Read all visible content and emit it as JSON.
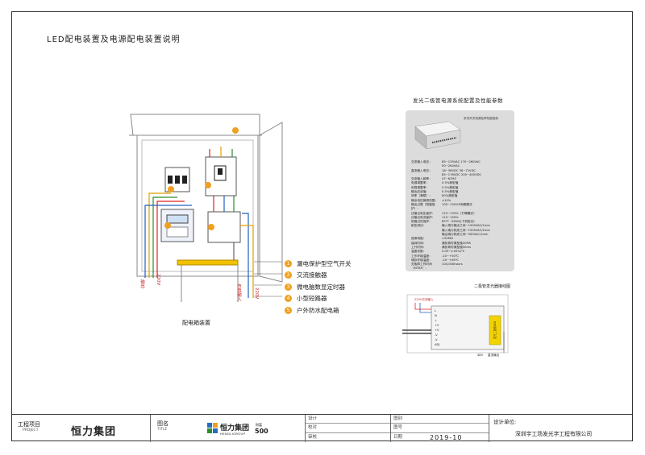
{
  "page": {
    "title": "LED配电装置及电源配电装置说明"
  },
  "legend": [
    {
      "num": "1",
      "text": "漏电保护型空气开关"
    },
    {
      "num": "2",
      "text": "交流接触器"
    },
    {
      "num": "3",
      "text": "微电脑数显定时器"
    },
    {
      "num": "4",
      "text": "小型短路器"
    },
    {
      "num": "5",
      "text": "户外防水配电箱"
    }
  ],
  "diagram": {
    "caption": "配电箱装置",
    "label_out": "输出",
    "label_220v_left": "220V",
    "label_in": "市电输入",
    "label_220v_right": "220V",
    "markers": [
      "1",
      "2",
      "3",
      "4",
      "5"
    ]
  },
  "spec": {
    "heading": "发光二极管电源系统配置及性能参数",
    "product_label": "系列开关电源及率性能指标",
    "rows": [
      {
        "k": "交流输入电压：",
        "v": "85~135VAC 170~260VAC"
      },
      {
        "k": "",
        "v": "90~264VAC"
      },
      {
        "k": "直流输入电压：",
        "v": "18~36VDC 36~72VDC"
      },
      {
        "k": "",
        "v": "85~176VDC 200~400VDC"
      },
      {
        "k": "交流输入频率：",
        "v": "47~63HZ"
      },
      {
        "k": "电源调整率：",
        "v": "0.5%典型值"
      },
      {
        "k": "负载调整率：",
        "v": "0.5%典型值"
      },
      {
        "k": "输出纹波值：",
        "v": "0.5%典型值"
      },
      {
        "k": "效率（满载）：",
        "v": "80%典型值"
      },
      {
        "k": "输出电压微调范围：",
        "v": "±10%"
      },
      {
        "k": "输出过载（短路保护）：",
        "v": "105~150%P间歇模式"
      },
      {
        "k": "过输出电压保护：",
        "v": "115~135%（打嗝模式）"
      },
      {
        "k": "过输出电流保护：",
        "v": "110~150%"
      },
      {
        "k": "机箱过热保护：",
        "v": "85℃（50W以下机型无）"
      },
      {
        "k": "耐压测试：",
        "v": "输入端与输出之间~1500VAC/1min"
      },
      {
        "k": "",
        "v": "输入端与机壳之间~1500VAC/1min"
      },
      {
        "k": "",
        "v": "输出端与机壳之间~500VAC/1min"
      },
      {
        "k": "绝缘电阻：",
        "v": ">50MΩ"
      },
      {
        "k": "保持时间：",
        "v": "满负荷时典型值20MS"
      },
      {
        "k": "上升时间：",
        "v": "满负荷时典型值50ms"
      },
      {
        "k": "温度系数：",
        "v": "0.03~0.05%/℃"
      },
      {
        "k": "工作环境温度：",
        "v": "-10~+50℃"
      },
      {
        "k": "储存环境温度：",
        "v": "-20~+85℃"
      },
      {
        "k": "无故障工作时间（MTBF）：",
        "v": "100,000hours"
      }
    ]
  },
  "wiring": {
    "title": "二极管发光器接线图",
    "input_label": "220V交流输入",
    "terminals": [
      "L",
      "N",
      "⊥",
      "+V",
      "+V",
      "-V",
      "-V"
    ],
    "adj": "ADJ",
    "module_text": "发光二极管LED",
    "output_label": "直流输出",
    "neg_label": "48V"
  },
  "title_block": {
    "project_label": "工程项目",
    "project_label_en": "PROJECT",
    "project_name": "恒力集团",
    "drawing_label": "图名",
    "drawing_label_en": "TITLE",
    "logo_cn": "恒力集团",
    "logo_en": "HENGLIGROUP",
    "fortune": "财富",
    "fortune_num": "500",
    "design_label": "设计",
    "check_label": "校对",
    "review_label": "审核",
    "sheet_label": "图别",
    "number_label": "图号",
    "date_label": "日期",
    "date_value": "2019-10",
    "unit_label": "设计单位:",
    "unit_name": "深圳宇工场发光字工程有限公司"
  }
}
